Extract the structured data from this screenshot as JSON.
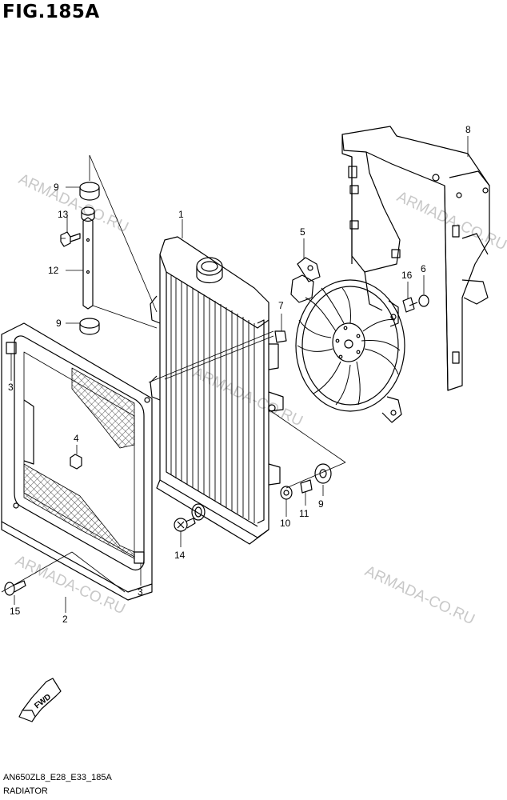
{
  "figure": {
    "title": "FIG.185A"
  },
  "watermarks": [
    "ARMADA-CO.RU",
    "ARMADA-CO.RU",
    "ARMADA-CO.RU",
    "ARMADA-CO.RU",
    "ARMADA-CO.RU"
  ],
  "callouts": {
    "c1": "1",
    "c2": "2",
    "c3a": "3",
    "c3b": "3",
    "c4": "4",
    "c5": "5",
    "c6": "6",
    "c7": "7",
    "c8": "8",
    "c9a": "9",
    "c9b": "9",
    "c9c": "9",
    "c10": "10",
    "c11": "11",
    "c12": "12",
    "c13": "13",
    "c14": "14",
    "c15": "15",
    "c16": "16"
  },
  "fwd_label": "FWD",
  "footer": {
    "code": "AN650ZL8_E28_E33_185A",
    "name": "RADIATOR"
  }
}
